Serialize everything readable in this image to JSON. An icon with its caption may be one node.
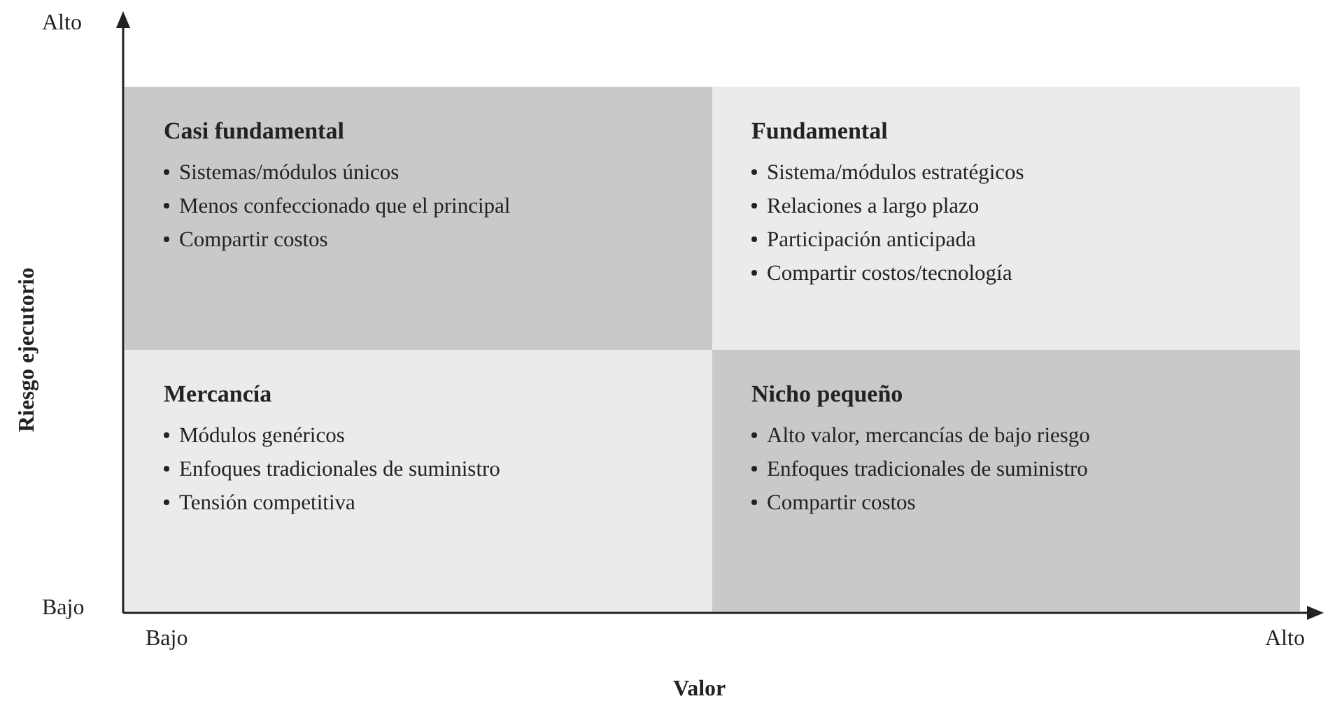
{
  "diagram": {
    "nodes": [
      {
        "text": [
          "Casi fundamental",
          "Sistemas/módulos únicos",
          "Menos confeccionado que el principal",
          "Compartir costos"
        ]
      },
      {
        "text": [
          "Fundamental",
          "Sistema/módulos estratégicos",
          "Relaciones a largo plazo",
          "Participación anticipada",
          "Compartir costos/tecnología"
        ]
      },
      {
        "text": [
          "Mercancía",
          "Módulos genéricos",
          "Enfoques tradicionales de suministro",
          "Tensión competitiva"
        ]
      },
      {
        "text": [
          "Nicho pequeño",
          "Alto valor, mercancías de bajo riesgo",
          "Enfoques tradicionales de suministro",
          "Compartir costos"
        ]
      }
    ],
    "labels": [
      "Alto",
      "Riesgo ejecutorio",
      "Bajo",
      "Bajo",
      "Alto",
      "Valor"
    ]
  }
}
